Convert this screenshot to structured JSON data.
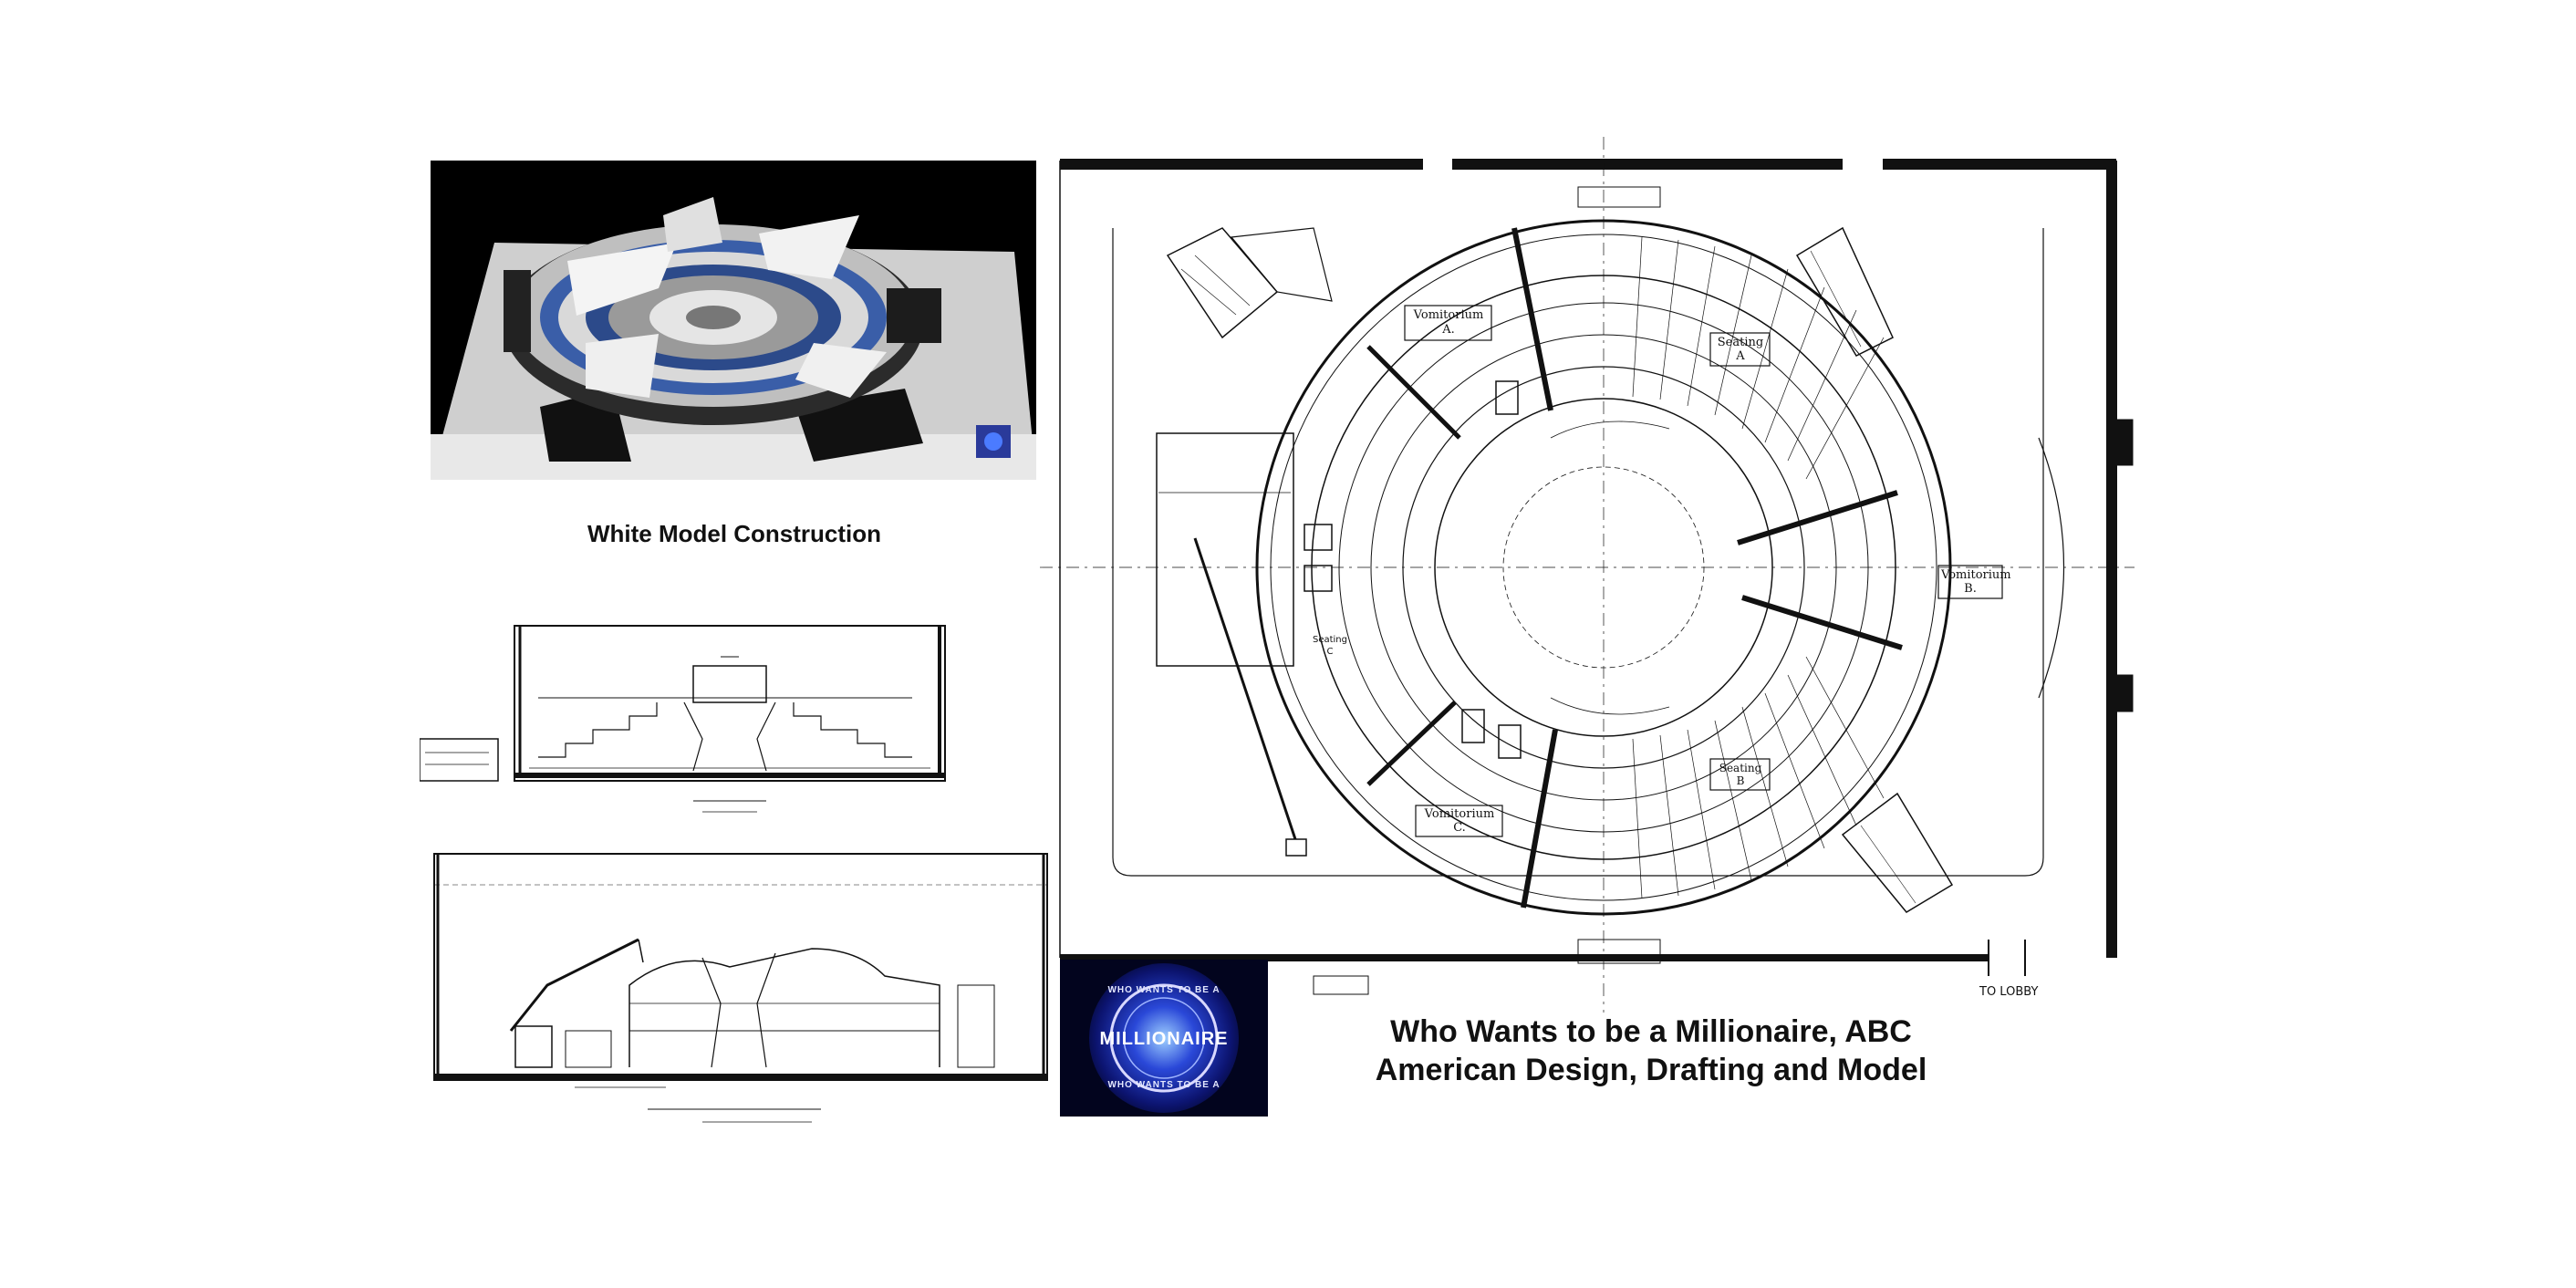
{
  "model_caption": "White Model Construction",
  "footer": {
    "title_line1": "Who Wants to be a Millionaire, ABC",
    "title_line2": "American Design, Drafting and Model"
  },
  "logo": {
    "arc_top": "WHO WANTS TO BE A",
    "word": "MILLIONAIRE",
    "arc_bottom": "WHO WANTS TO BE A"
  },
  "plan": {
    "vomitorium_a": "Vomitorium",
    "vomitorium_a_letter": "A.",
    "vomitorium_b": "Vomitorium",
    "vomitorium_b_letter": "B.",
    "vomitorium_c": "Vomitorium",
    "vomitorium_c_letter": "C.",
    "seating_a": "Seating",
    "seating_a_letter": "A",
    "seating_b": "Seating",
    "seating_b_letter": "B",
    "seating_c": "Seating",
    "seating_c_letter": "C",
    "to_lobby": "TO LOBBY"
  },
  "colors": {
    "ink": "#111111",
    "model_bg": "#000000",
    "logo_core": "#2a48d8"
  }
}
